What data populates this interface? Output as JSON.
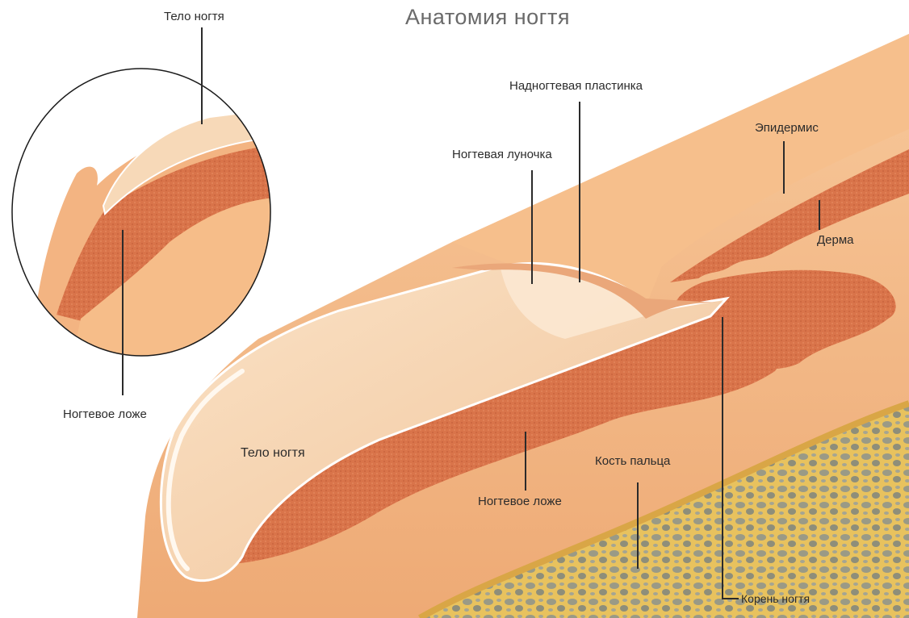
{
  "title": "Анатомия ногтя",
  "labels": {
    "inset_nail_body": "Тело ногтя",
    "inset_nail_bed": "Ногтевое ложе",
    "eponychium": "Надногтевая пластинка",
    "lunula": "Ногтевая луночка",
    "epidermis": "Эпидермис",
    "dermis": "Дерма",
    "nail_body": "Тело ногтя",
    "nail_bed": "Ногтевое ложе",
    "finger_bone": "Кость пальца",
    "nail_root": "Корень ногтя"
  },
  "colors": {
    "skin": "#f3b482",
    "skin_light": "#f7c597",
    "dermis": "#d9744a",
    "nail": "#f6d2ae",
    "bone": "#e8c25e",
    "marrow": "#9a9a86",
    "leader": "#2b2b2b",
    "title": "#6a6a6a"
  }
}
